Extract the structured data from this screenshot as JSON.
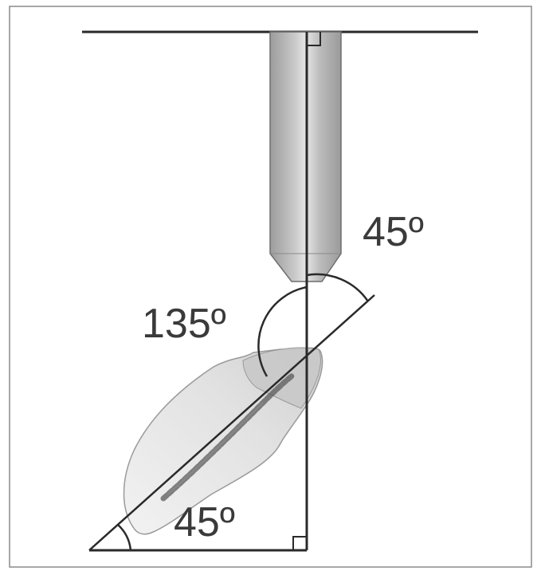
{
  "labels": {
    "angle_top_right": "45º",
    "angle_middle": "135º",
    "angle_bottom": "45º"
  },
  "colors": {
    "frame": "#8a8a8a",
    "line": "#2a2a2a",
    "instrument_fill": "#b8b8b8",
    "instrument_highlight": "#e2e2e2",
    "tooth_fill": "#e8e8e8",
    "tooth_stroke": "#9a9a9a",
    "canal": "#5a5a5a"
  },
  "angles": {
    "instrument_to_tooth_axis_deg": 45,
    "obtuse_angle_deg": 135,
    "tooth_axis_to_base_deg": 45
  }
}
